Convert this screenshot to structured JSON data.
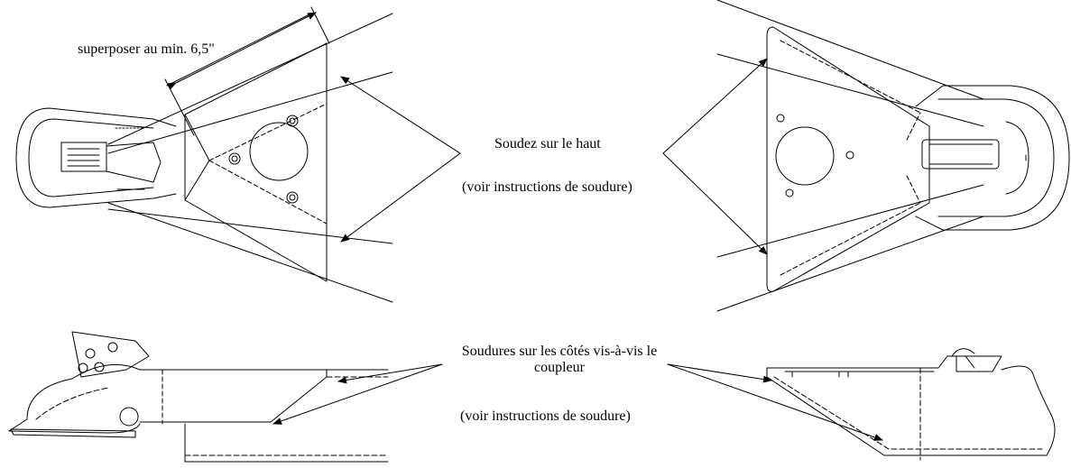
{
  "labels": {
    "overlap": "superposer au min. 6,5\"",
    "weld_top": "Soudez sur le haut",
    "weld_top_note": "(voir instructions de soudure)",
    "weld_sides_line1": "Soudures sur les côtés vis-à-vis le",
    "weld_sides_line2": "coupleur",
    "weld_sides_note": "(voir instructions de soudure)"
  },
  "colors": {
    "line": "#000000",
    "background": "#ffffff"
  }
}
